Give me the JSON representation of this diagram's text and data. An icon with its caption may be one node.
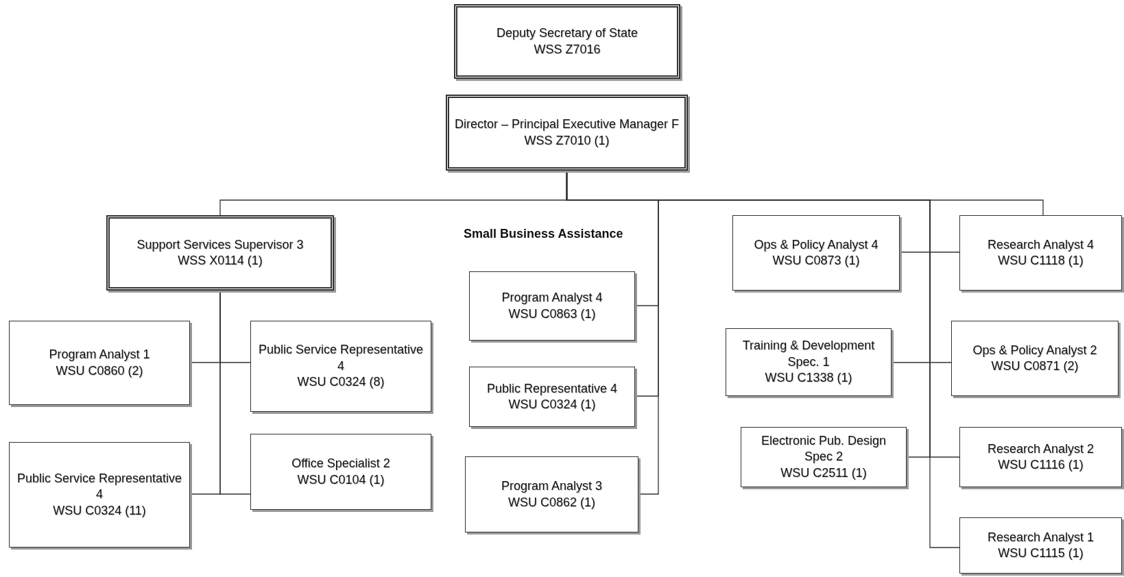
{
  "diagram": {
    "nodes": [
      {
        "text": [
          "Deputy Secretary of State",
          "WSS Z7016"
        ]
      },
      {
        "text": [
          "Director – Principal Executive Manager F",
          "WSS Z7010 (1)"
        ]
      },
      {
        "text": [
          "Support Services Supervisor 3",
          "WSS X0114 (1)"
        ]
      },
      {
        "text": [
          "Program Analyst 1",
          "WSU C0860 (2)"
        ]
      },
      {
        "text": [
          "Public Service Representative 4",
          "WSU C0324 (8)"
        ]
      },
      {
        "text": [
          "Public Service Representative 4",
          "WSU C0324 (11)"
        ]
      },
      {
        "text": [
          "Office Specialist 2",
          "WSU C0104 (1)"
        ]
      },
      {
        "text": [
          "Program Analyst 4",
          "WSU C0863 (1)"
        ]
      },
      {
        "text": [
          "Public Representative 4",
          "WSU C0324 (1)"
        ]
      },
      {
        "text": [
          "Program Analyst 3",
          "WSU C0862 (1)"
        ]
      },
      {
        "text": [
          "Ops & Policy Analyst 4",
          "WSU C0873 (1)"
        ]
      },
      {
        "text": [
          "Research Analyst 4",
          "WSU C1118 (1)"
        ]
      },
      {
        "text": [
          "Training & Development Spec. 1",
          "WSU C1338 (1)"
        ]
      },
      {
        "text": [
          "Ops & Policy Analyst 2",
          "WSU C0871 (2)"
        ]
      },
      {
        "text": [
          "Electronic Pub. Design Spec 2",
          "WSU C2511 (1)"
        ]
      },
      {
        "text": [
          "Research Analyst 2",
          "WSU C1116 (1)"
        ]
      },
      {
        "text": [
          "Research Analyst 1",
          "WSU C1115 (1)"
        ]
      }
    ],
    "edges": [
      {
        "from": 1,
        "to": 2,
        "arrow": "none"
      },
      {
        "from": 1,
        "to": 7,
        "arrow": "none"
      },
      {
        "from": 1,
        "to": 8,
        "arrow": "none"
      },
      {
        "from": 1,
        "to": 9,
        "arrow": "none"
      },
      {
        "from": 1,
        "to": 10,
        "arrow": "none"
      },
      {
        "from": 1,
        "to": 11,
        "arrow": "none"
      },
      {
        "from": 1,
        "to": 12,
        "arrow": "none"
      },
      {
        "from": 1,
        "to": 13,
        "arrow": "none"
      },
      {
        "from": 1,
        "to": 14,
        "arrow": "none"
      },
      {
        "from": 1,
        "to": 15,
        "arrow": "none"
      },
      {
        "from": 1,
        "to": 16,
        "arrow": "none"
      },
      {
        "from": 2,
        "to": 3,
        "arrow": "none"
      },
      {
        "from": 2,
        "to": 4,
        "arrow": "none"
      },
      {
        "from": 2,
        "to": 5,
        "arrow": "none"
      },
      {
        "from": 2,
        "to": 6,
        "arrow": "none"
      }
    ],
    "labels": [
      "Small Business Assistance"
    ]
  }
}
